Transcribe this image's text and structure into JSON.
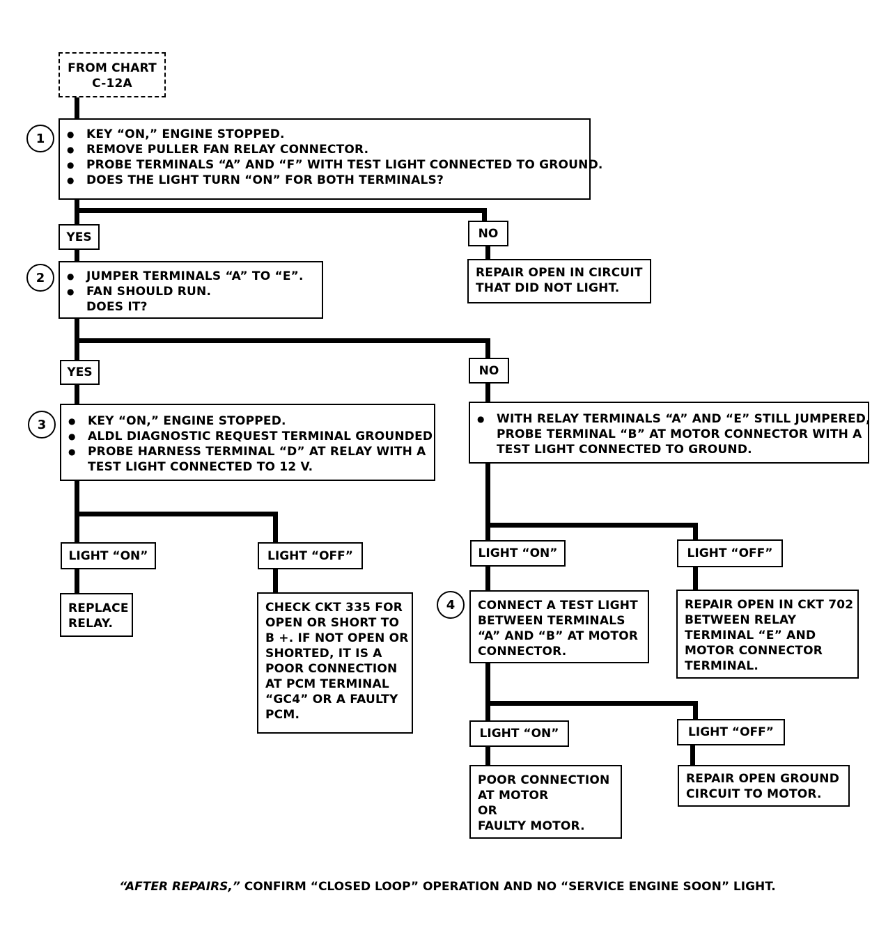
{
  "start": {
    "line1": "FROM CHART",
    "line2": "C-12A"
  },
  "steps": {
    "s1": {
      "num": "1",
      "items": [
        "KEY “ON,” ENGINE STOPPED.",
        "REMOVE PULLER FAN RELAY CONNECTOR.",
        "PROBE TERMINALS “A” AND “F” WITH TEST LIGHT CONNECTED TO GROUND.",
        "DOES THE LIGHT TURN “ON” FOR BOTH TERMINALS?"
      ]
    },
    "s2": {
      "num": "2",
      "items": [
        "JUMPER TERMINALS “A” TO “E”.",
        "FAN SHOULD RUN."
      ],
      "question": "DOES IT?"
    },
    "s3": {
      "num": "3",
      "items": [
        "KEY “ON,” ENGINE STOPPED.",
        "ALDL DIAGNOSTIC REQUEST TERMINAL GROUNDED",
        "PROBE HARNESS TERMINAL “D” AT RELAY WITH A"
      ],
      "continuation": "TEST LIGHT CONNECTED TO 12 V."
    },
    "s4": {
      "num": "4",
      "lines": [
        "CONNECT A TEST LIGHT",
        "BETWEEN TERMINALS",
        "“A” AND “B” AT MOTOR",
        "CONNECTOR."
      ]
    }
  },
  "labels": {
    "yes": "YES",
    "no": "NO",
    "light_on": "LIGHT “ON”",
    "light_off": "LIGHT “OFF”"
  },
  "relay_probe": {
    "items": [
      "WITH RELAY TERMINALS “A” AND “E” STILL JUMPERED,"
    ],
    "continuation": [
      "PROBE TERMINAL “B” AT MOTOR CONNECTOR WITH A",
      "TEST LIGHT CONNECTED TO GROUND."
    ]
  },
  "results": {
    "repair_open_circuit": [
      "REPAIR OPEN IN CIRCUIT",
      "THAT DID NOT LIGHT."
    ],
    "replace_relay": [
      "REPLACE",
      "RELAY."
    ],
    "check_ckt_335": [
      "CHECK CKT 335 FOR",
      "OPEN OR SHORT TO",
      "B +.  IF NOT OPEN OR",
      "SHORTED, IT IS A",
      "POOR CONNECTION",
      "AT PCM TERMINAL",
      "“GC4” OR A FAULTY",
      "PCM."
    ],
    "repair_ckt_702": [
      "REPAIR OPEN IN CKT 702",
      "BETWEEN RELAY",
      "TERMINAL “E” AND",
      "MOTOR CONNECTOR",
      "TERMINAL."
    ],
    "poor_connection_motor": [
      "POOR CONNECTION",
      "AT MOTOR",
      "OR",
      "FAULTY MOTOR."
    ],
    "repair_open_ground": [
      "REPAIR OPEN GROUND",
      "CIRCUIT TO MOTOR."
    ]
  },
  "footer": {
    "emphasis": "“AFTER REPAIRS,”",
    "text": " CONFIRM “CLOSED LOOP” OPERATION AND NO “SERVICE ENGINE SOON” LIGHT."
  }
}
